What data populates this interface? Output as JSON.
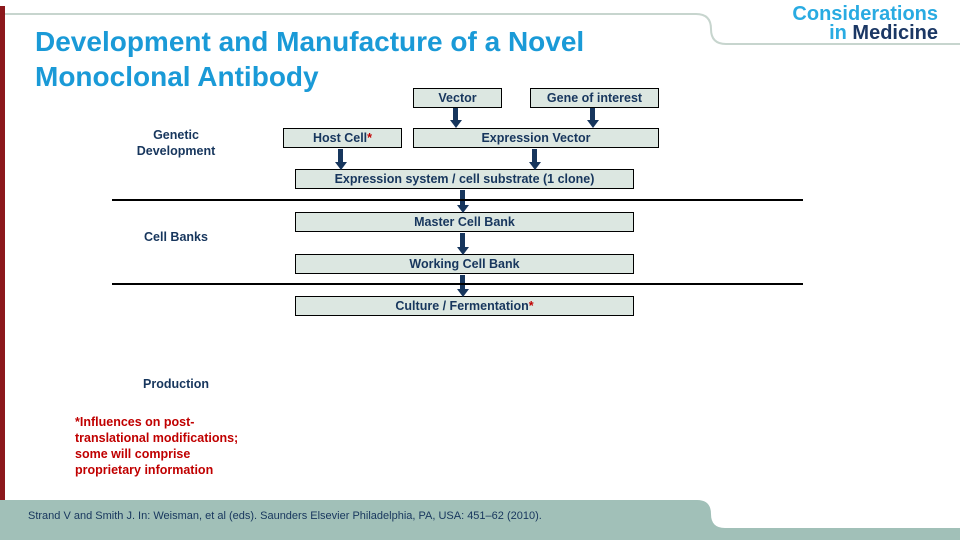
{
  "title": {
    "line1": "Development and Manufacture of a Novel",
    "line2": "Monoclonal Antibody"
  },
  "logo": {
    "word1": "Considerations",
    "word2": "in",
    "word3": " Medicine"
  },
  "sections": [
    {
      "name": "genetic-development",
      "line1": "Genetic",
      "line2": "Development"
    },
    {
      "name": "cell-banks",
      "line1": "Cell Banks"
    },
    {
      "name": "production",
      "line1": "Production"
    }
  ],
  "boxes": [
    {
      "id": "vector",
      "label": "Vector"
    },
    {
      "id": "gene-of-interest",
      "label": "Gene of interest"
    },
    {
      "id": "host-cell",
      "label": "Host Cell",
      "asterisk": "*"
    },
    {
      "id": "expression-vector",
      "label": "Expression Vector"
    },
    {
      "id": "expression-system",
      "label": "Expression system / cell substrate (1 clone)"
    },
    {
      "id": "master-cell-bank",
      "label": "Master Cell Bank"
    },
    {
      "id": "working-cell-bank",
      "label": "Working Cell Bank"
    },
    {
      "id": "culture-fermentation",
      "label": "Culture / Fermentation",
      "asterisk": "*"
    }
  ],
  "footnote": {
    "lines": [
      "*Influences on post-",
      "translational modifications;",
      "some will comprise",
      "proprietary information"
    ]
  },
  "footer": {
    "citation": "Strand V and Smith J. In: Weisman, et al (eds). Saunders Elsevier Philadelphia, PA, USA: 451–62 (2010)."
  },
  "colors": {
    "title_blue": "#1A9AD7",
    "logo_light_blue": "#29ABE2",
    "logo_navy": "#1B3764",
    "box_fill": "#DCE7E1",
    "box_border": "#000000",
    "diagram_text_navy": "#17365D",
    "arrow_navy": "#17365D",
    "footnote_red": "#C00000",
    "left_bar_red": "#8C181C",
    "footer_teal": "#A1C0B8",
    "border_line_gray": "#C7D5CE"
  }
}
